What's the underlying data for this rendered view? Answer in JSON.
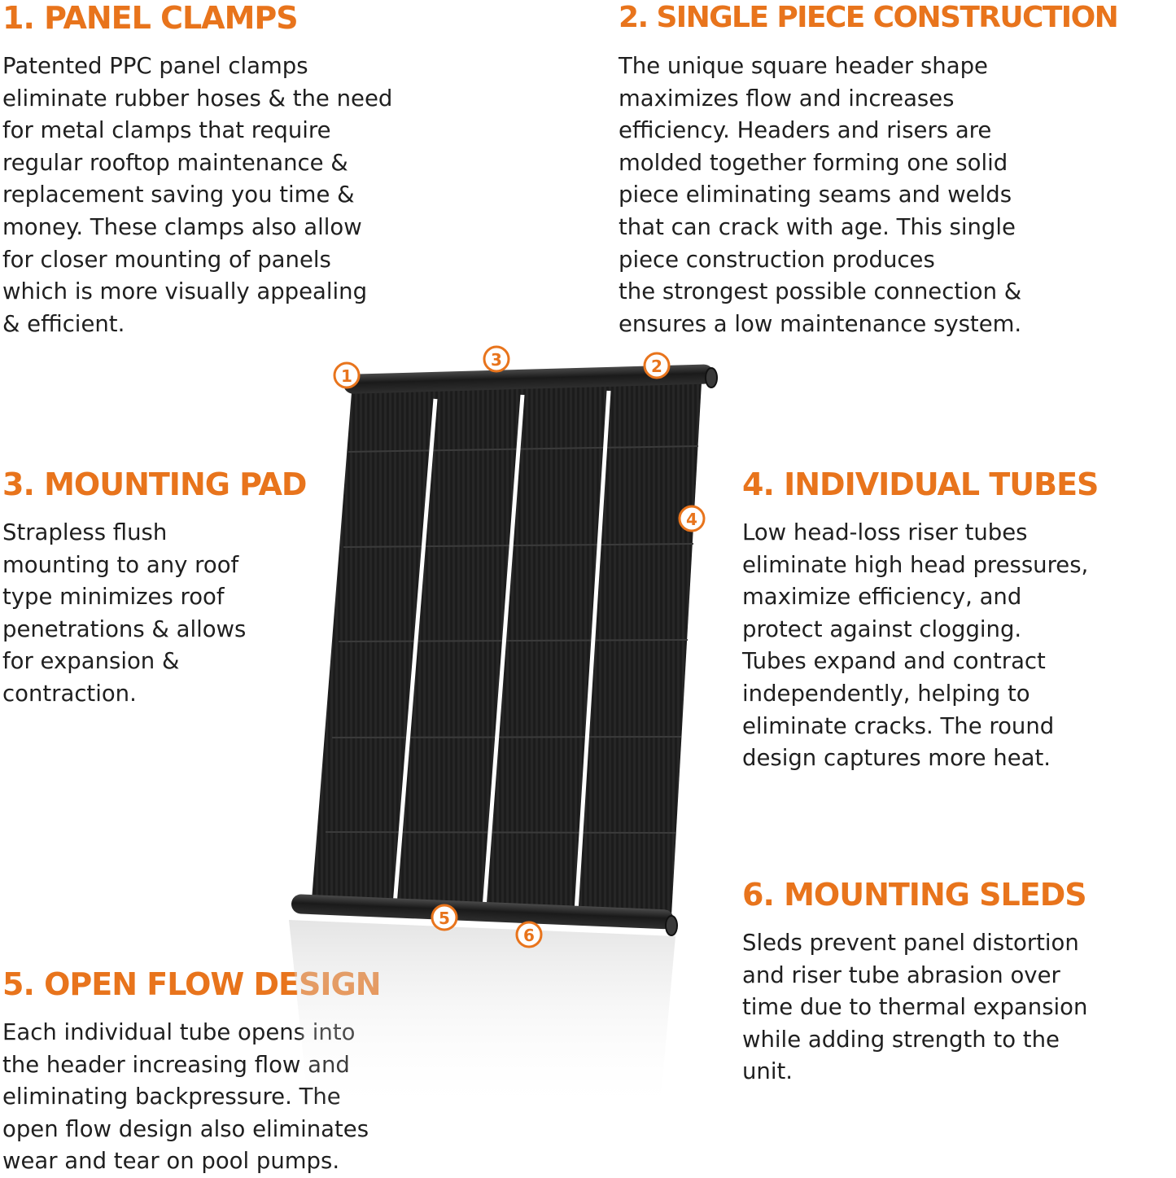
{
  "theme": {
    "accent": "#e8741c",
    "text": "#1f1f1f",
    "panel_dark": "#1b1b1b",
    "background": "#ffffff"
  },
  "features": [
    {
      "title": "1. PANEL CLAMPS",
      "body": "Patented PPC panel clamps\neliminate rubber hoses & the need\nfor metal clamps that require\nregular rooftop maintenance &\nreplacement saving you time &\nmoney. These clamps also allow\nfor closer mounting of panels\nwhich is more visually appealing\n& efficient."
    },
    {
      "title": "2. SINGLE PIECE CONSTRUCTION",
      "body": "The unique square header shape\nmaximizes flow and increases\nefficiency. Headers and risers are\nmolded together forming one solid\npiece eliminating seams and welds\nthat can crack with age. This single\npiece construction produces\nthe strongest possible connection &\nensures a low maintenance system."
    },
    {
      "title": "3. MOUNTING PAD",
      "body": "Strapless flush\nmounting to any roof\ntype minimizes roof\npenetrations & allows\nfor expansion &\ncontraction."
    },
    {
      "title": "4. INDIVIDUAL TUBES",
      "body": "Low head-loss riser tubes\neliminate high head pressures,\nmaximize efficiency, and\nprotect against clogging.\nTubes expand and contract\nindependently, helping to\neliminate cracks. The round\ndesign captures more heat."
    },
    {
      "title": "5. OPEN FLOW DESIGN",
      "body": "Each individual tube opens into\nthe header increasing flow and\neliminating backpressure. The\nopen flow design also eliminates\nwear and tear on pool pumps."
    },
    {
      "title": "6. MOUNTING SLEDS",
      "body": "Sleds prevent panel distortion\nand riser tube abrasion over\ntime due to thermal expansion\nwhile adding strength to the\nunit."
    }
  ],
  "callouts": [
    "1",
    "2",
    "3",
    "4",
    "5",
    "6"
  ]
}
